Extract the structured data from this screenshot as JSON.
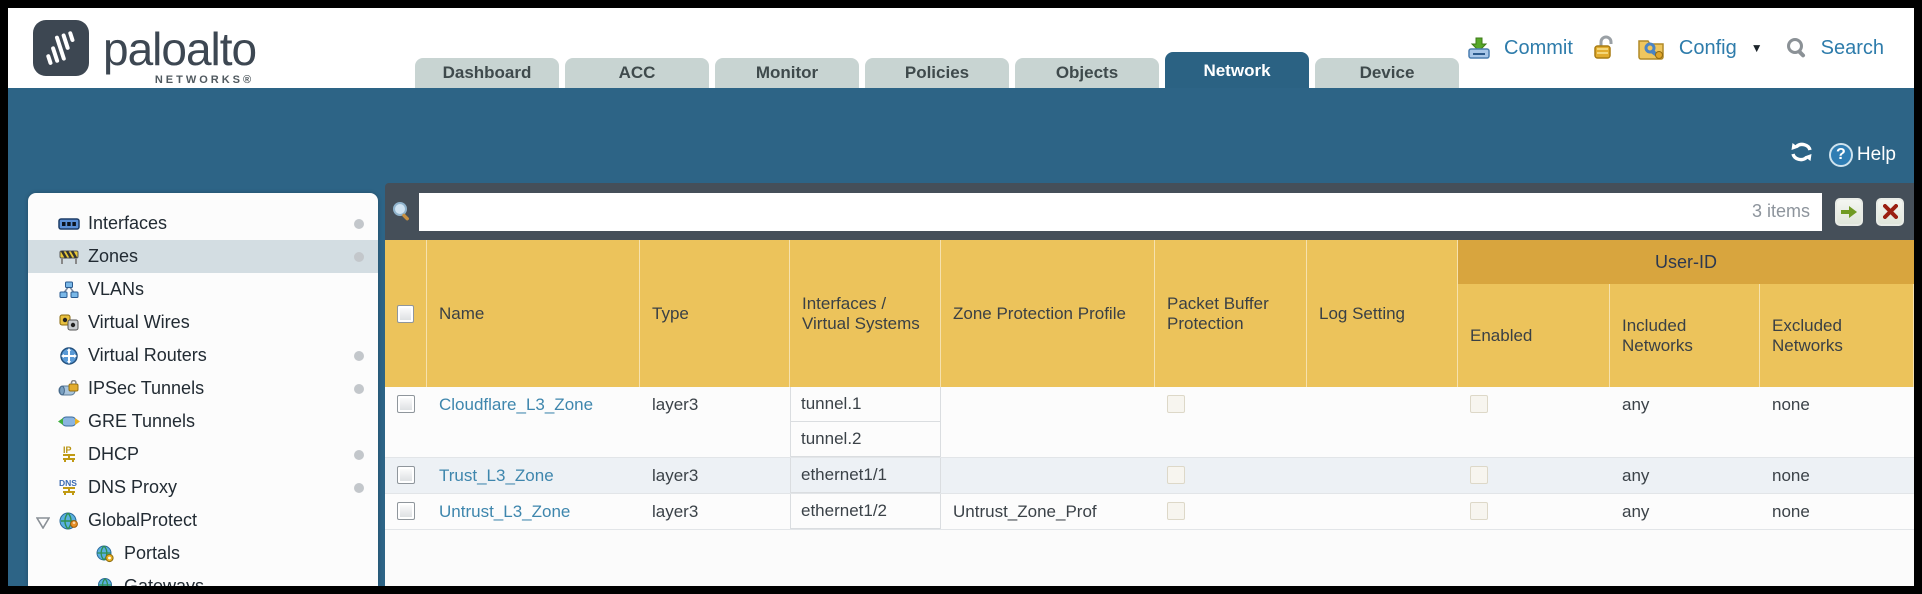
{
  "header": {
    "brand": "paloalto",
    "brand_sub": "NETWORKS®",
    "tabs": [
      {
        "label": "Dashboard",
        "active": false
      },
      {
        "label": "ACC",
        "active": false
      },
      {
        "label": "Monitor",
        "active": false
      },
      {
        "label": "Policies",
        "active": false
      },
      {
        "label": "Objects",
        "active": false
      },
      {
        "label": "Network",
        "active": true
      },
      {
        "label": "Device",
        "active": false
      }
    ],
    "actions": {
      "commit": "Commit",
      "config": "Config",
      "search": "Search",
      "caret": "▼"
    }
  },
  "util": {
    "help": "Help"
  },
  "sidebar": {
    "items": [
      {
        "label": "Interfaces",
        "icon": "interfaces",
        "dot": true,
        "selected": false,
        "indent": false,
        "expander": false
      },
      {
        "label": "Zones",
        "icon": "zones",
        "dot": true,
        "selected": true,
        "indent": false,
        "expander": false
      },
      {
        "label": "VLANs",
        "icon": "vlans",
        "dot": false,
        "selected": false,
        "indent": false,
        "expander": false
      },
      {
        "label": "Virtual Wires",
        "icon": "virtual-wires",
        "dot": false,
        "selected": false,
        "indent": false,
        "expander": false
      },
      {
        "label": "Virtual Routers",
        "icon": "virtual-routers",
        "dot": true,
        "selected": false,
        "indent": false,
        "expander": false
      },
      {
        "label": "IPSec Tunnels",
        "icon": "ipsec-tunnels",
        "dot": true,
        "selected": false,
        "indent": false,
        "expander": false
      },
      {
        "label": "GRE Tunnels",
        "icon": "gre-tunnels",
        "dot": false,
        "selected": false,
        "indent": false,
        "expander": false
      },
      {
        "label": "DHCP",
        "icon": "dhcp",
        "dot": true,
        "selected": false,
        "indent": false,
        "expander": false
      },
      {
        "label": "DNS Proxy",
        "icon": "dns-proxy",
        "dot": true,
        "selected": false,
        "indent": false,
        "expander": false
      },
      {
        "label": "GlobalProtect",
        "icon": "globalprotect",
        "dot": false,
        "selected": false,
        "indent": false,
        "expander": true
      },
      {
        "label": "Portals",
        "icon": "portals",
        "dot": false,
        "selected": false,
        "indent": true,
        "expander": false
      },
      {
        "label": "Gateways",
        "icon": "gateways",
        "dot": false,
        "selected": false,
        "indent": true,
        "expander": false
      }
    ]
  },
  "content": {
    "search": {
      "value": "",
      "count": "3 items"
    },
    "table": {
      "group_header": "User-ID",
      "columns": [
        "Name",
        "Type",
        "Interfaces / Virtual Systems",
        "Zone Protection Profile",
        "Packet Buffer Protection",
        "Log Setting",
        "Enabled",
        "Included Networks",
        "Excluded Networks"
      ],
      "rows": [
        {
          "name": "Cloudflare_L3_Zone",
          "type": "layer3",
          "interfaces": [
            "tunnel.1",
            "tunnel.2"
          ],
          "zone_protection_profile": "",
          "packet_buffer_protection": false,
          "log_setting": "",
          "enabled": false,
          "included_networks": "any",
          "excluded_networks": "none",
          "highlight": false
        },
        {
          "name": "Trust_L3_Zone",
          "type": "layer3",
          "interfaces": [
            "ethernet1/1"
          ],
          "zone_protection_profile": "",
          "packet_buffer_protection": false,
          "log_setting": "",
          "enabled": false,
          "included_networks": "any",
          "excluded_networks": "none",
          "highlight": true
        },
        {
          "name": "Untrust_L3_Zone",
          "type": "layer3",
          "interfaces": [
            "ethernet1/2"
          ],
          "zone_protection_profile": "Untrust_Zone_Prof",
          "packet_buffer_protection": false,
          "log_setting": "",
          "enabled": false,
          "included_networks": "any",
          "excluded_networks": "none",
          "highlight": false
        }
      ]
    }
  },
  "colors": {
    "teal": "#2d6486",
    "header_amber": "#ecc35b",
    "group_amber": "#d8a53e",
    "strip_dark": "#454f59",
    "link_blue": "#3e86ad",
    "tab_active": "#2b6283"
  }
}
